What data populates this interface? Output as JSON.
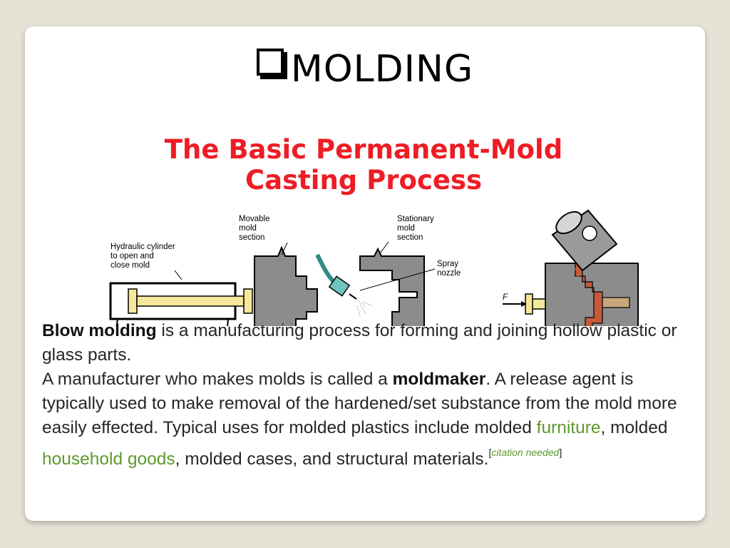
{
  "slide": {
    "title": "MOLDING",
    "title_bullet_icon": "hollow-square-bullet-icon"
  },
  "diagram": {
    "heading_line1": "The Basic Permanent-Mold",
    "heading_line2": "Casting Process",
    "heading_color": "#ee1c24",
    "labels": {
      "movable_1": "Movable",
      "movable_2": "mold",
      "movable_3": "section",
      "stationary_1": "Stationary",
      "stationary_2": "mold",
      "stationary_3": "section",
      "hydraulic_1": "Hydraulic cylinder",
      "hydraulic_2": "to open and",
      "hydraulic_3": "close mold",
      "spray_1": "Spray",
      "spray_2": "nozzle",
      "force": "F"
    }
  },
  "text": {
    "p1_bold": "Blow molding",
    "p1_rest": " is a manufacturing process for forming and joining hollow plastic or glass parts.",
    "p2_a": "A manufacturer who makes molds is called a ",
    "p2_bold": "moldmaker",
    "p2_b": ". A release agent is typically used to make removal of the hardened/set substance from the mold more easily effected. Typical uses for molded plastics include molded ",
    "link1": "furniture",
    "p2_c": ", molded ",
    "link2": "household goods",
    "p2_d": ", molded cases, and structural materials.",
    "cite_open": "[",
    "cite_text": "citation needed",
    "cite_close": "]"
  }
}
